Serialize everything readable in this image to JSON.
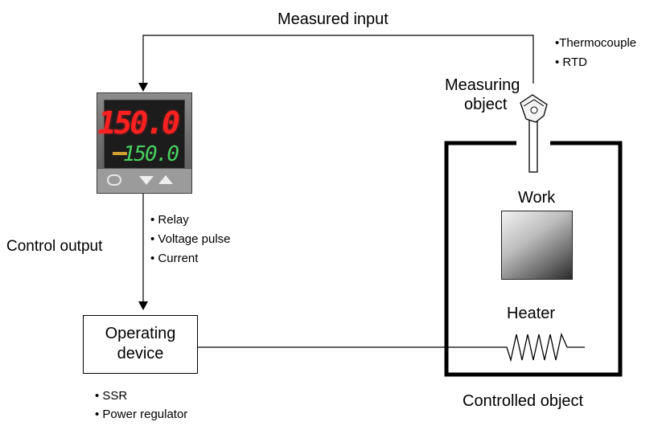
{
  "labels": {
    "measured_input": "Measured input",
    "measuring_object_line1": "Measuring",
    "measuring_object_line2": "object",
    "control_output": "Control output",
    "operating_device_line1": "Operating",
    "operating_device_line2": "device",
    "work": "Work",
    "heater": "Heater",
    "controlled_object": "Controlled object"
  },
  "sensor_types": [
    "•Thermocouple",
    "• RTD"
  ],
  "output_types": [
    "• Relay",
    "• Voltage pulse",
    "• Current"
  ],
  "device_types": [
    "• SSR",
    "• Power regulator"
  ],
  "controller": {
    "pv": "150.0",
    "sv": "150.0"
  }
}
